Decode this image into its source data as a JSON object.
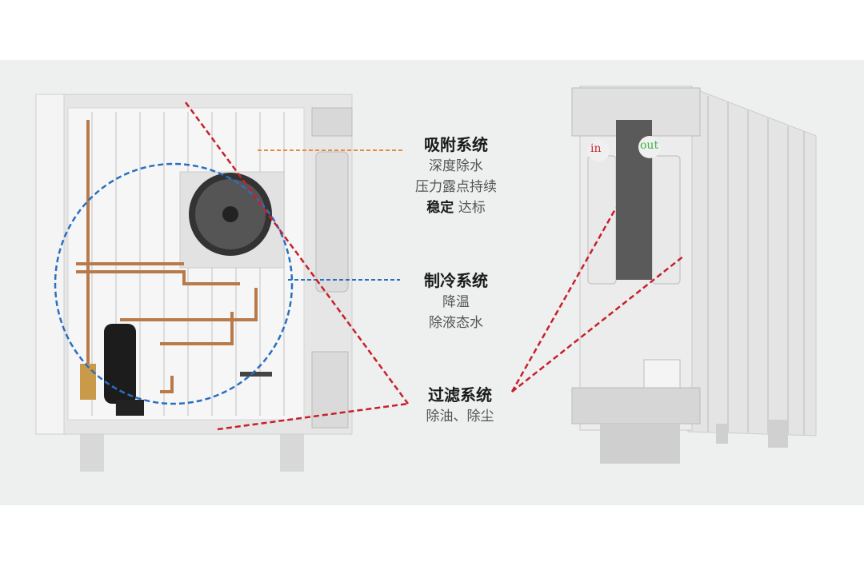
{
  "labels": {
    "adsorption": {
      "title": "吸附系统",
      "lines": [
        "深度除水",
        "压力露点持续"
      ],
      "bold": "稳定",
      "rest": " 达标"
    },
    "refrigeration": {
      "title": "制冷系统",
      "lines": [
        "降温",
        "除液态水"
      ]
    },
    "filtration": {
      "title": "过滤系统",
      "lines": [
        "除油、除尘"
      ]
    }
  },
  "unit_tags": {
    "in": "in",
    "out": "out"
  },
  "colors": {
    "orange_line": "#e8893a",
    "blue_line": "#2a6fc0",
    "red_line": "#c8202a",
    "background": "#eeefef"
  }
}
